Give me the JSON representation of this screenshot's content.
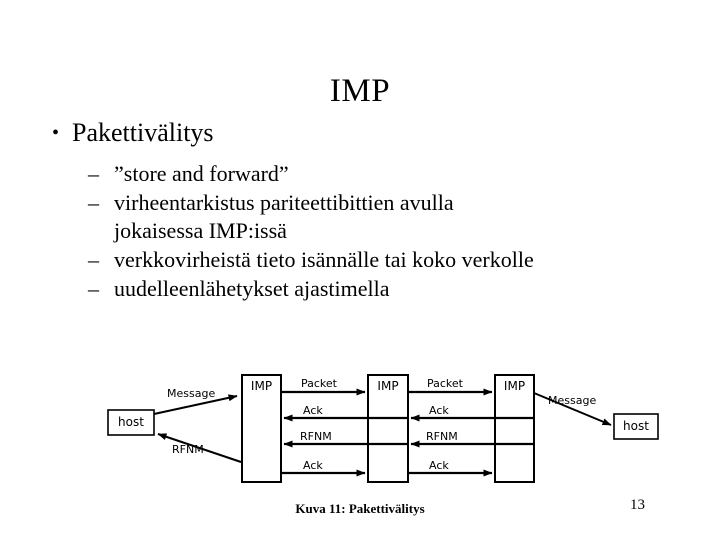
{
  "slide": {
    "title": "IMP",
    "page_number": "13",
    "background_color": "#ffffff",
    "text_color": "#000000"
  },
  "bullets": {
    "level1": {
      "marker": "•",
      "text": "Pakettivälitys"
    },
    "level2_marker": "–",
    "level2": [
      {
        "lines": [
          "”store and forward”"
        ]
      },
      {
        "lines": [
          "virheentarkistus pariteettibittien avulla",
          "jokaisessa IMP:issä"
        ]
      },
      {
        "lines": [
          "verkkovirheistä tieto isännälle tai koko verkolle"
        ]
      },
      {
        "lines": [
          "uudelleenlähetykset ajastimella"
        ]
      }
    ]
  },
  "diagram": {
    "caption": "Kuva 11: Pakettivälitys",
    "nodes": {
      "host_left": "host",
      "imp_1": "IMP",
      "imp_2": "IMP",
      "imp_3": "IMP",
      "host_right": "host"
    },
    "edge_labels": {
      "message_left": "Message",
      "rfnm_left": "RFNM",
      "packet_1": "Packet",
      "ack_1": "Ack",
      "rfnm_1": "RFNM",
      "ack_2": "Ack",
      "packet_2": "Packet",
      "ack_3": "Ack",
      "rfnm_2": "RFNM",
      "ack_4": "Ack",
      "message_right": "Message"
    },
    "stroke_color": "#000000"
  }
}
